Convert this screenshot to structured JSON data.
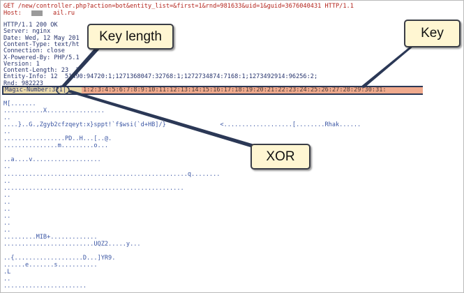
{
  "request": {
    "line1": "GET /new/controller.php?action=bot&entity_list=&first=1&rnd=981633&uid=1&guid=3676040431 HTTP/1.1",
    "host_label": "Host: ",
    "host_suffix": "ail.ru"
  },
  "response_headers": [
    "HTTP/1.1 200 OK",
    "Server: nginx",
    "Date: Wed, 12 May 201",
    "Content-Type: text/ht",
    "Connection: close",
    "X-Powered-By: PHP/5.1",
    "Version: 1",
    "Content-Length: 23  2",
    "Entity-Info: 12  51490:94720:1;1271368047:32768:1;1272734874:7168:1;1273492914:96256:2;",
    "Rnd: 982223"
  ],
  "magic": {
    "label": "Magic-Number:",
    "key_length": "32",
    "rest": "1|",
    "key": "1:2:3:4:5:6:7:8:9:10:11:12:13:14:15:16:17:18:19:20:21:22:23:24:25:26:27:28:29:30:31:"
  },
  "payload_lines": [
    "M[.......",
    "...........X................",
    "..",
    "....}..G.,Zgyb2cfzqeyt:x}sppt!`f$wsi(`d+HB]/}               <...................[........Rhak......",
    "..",
    ".................PD..H...[..@.",
    "...............m.........o...",
    "",
    "..a....v...................",
    "..",
    "...................................................q........",
    "..",
    "..................................................",
    "..",
    "..",
    "..",
    "..",
    "..",
    "..",
    ".........MIB+.............",
    ".........................UQZ2.....y...",
    "",
    "..{...................D...]YR9.",
    "......e.......s...........",
    ".L",
    "..",
    ".......................",
    "..............."
  ],
  "callouts": {
    "key_length": "Key length",
    "key": "Key",
    "xor": "XOR"
  },
  "colors": {
    "request_text": "#b3231b",
    "header_text": "#27346d",
    "payload_text": "#3b56a4",
    "magic_highlight": "#ead9a9",
    "key_highlight": "#f0aa8d",
    "callout_fill": "#fff6d2",
    "pointer_line": "#2b3856"
  }
}
